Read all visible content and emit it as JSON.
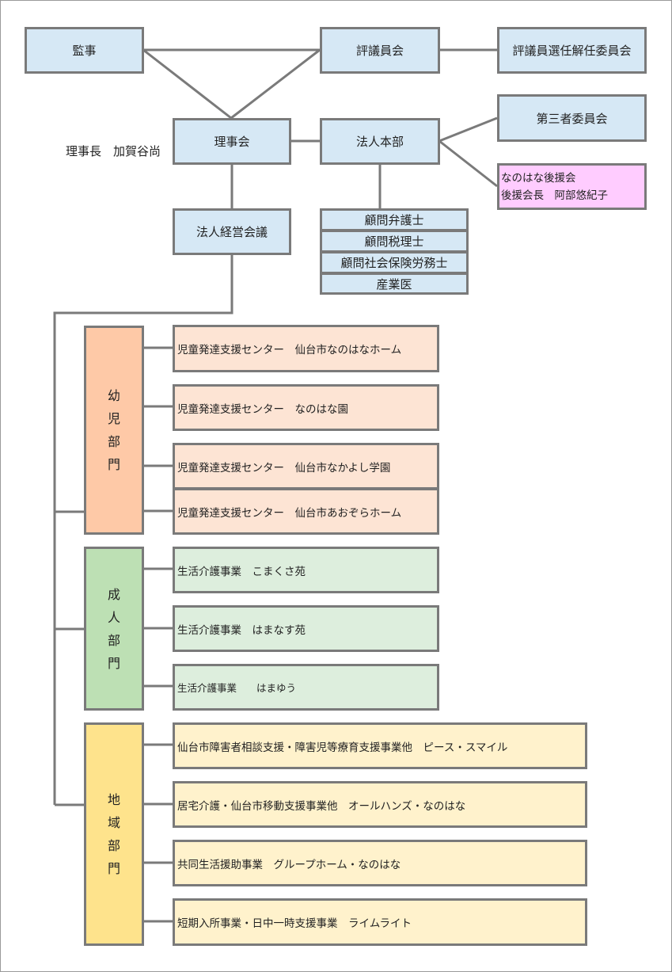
{
  "top": {
    "auditor": "監事",
    "councilors": "評議員会",
    "councilor_selection": "評議員選任解任委員会",
    "board": "理事会",
    "chairman": "理事長　加賀谷尚",
    "hq": "法人本部",
    "third_party": "第三者委員会",
    "supporters_name": "なのはな後援会",
    "supporters_head": "後援会長　阿部悠紀子",
    "management": "法人経営会議",
    "advisors": [
      "顧問弁護士",
      "顧問税理士",
      "顧問社会保険労務士",
      "産業医"
    ]
  },
  "departments": [
    {
      "name": [
        "幼",
        "児",
        "部",
        "門"
      ],
      "units": [
        "児童発達支援センター　仙台市なのはなホーム",
        "児童発達支援センター　なのはな園",
        "児童発達支援センター　仙台市なかよし学園",
        "児童発達支援センター　仙台市あおぞらホーム"
      ]
    },
    {
      "name": [
        "成",
        "人",
        "部",
        "門"
      ],
      "units": [
        "生活介護事業　こまくさ苑",
        "生活介護事業　はまなす苑",
        "生活介護事業　　はまゆう"
      ]
    },
    {
      "name": [
        "地",
        "域",
        "部",
        "門"
      ],
      "units": [
        "仙台市障害者相談支援・障害児等療育支援事業他　ピース・スマイル",
        "居宅介護・仙台市移動支援事業他　オールハンズ・なのはな",
        "共同生活援助事業　グループホーム・なのはな",
        "短期入所事業・日中一時支援事業　ライムライト"
      ]
    }
  ],
  "colors": {
    "line": "#7a7a7a",
    "top_box": "#d6e8f5",
    "supporters_box": "#ffccff",
    "child_dept": "#fec9a7",
    "child_unit": "#fde4d4",
    "adult_dept": "#bde0b4",
    "adult_unit": "#ddeedd",
    "community_dept": "#fee38c",
    "community_unit": "#fff2cc"
  }
}
